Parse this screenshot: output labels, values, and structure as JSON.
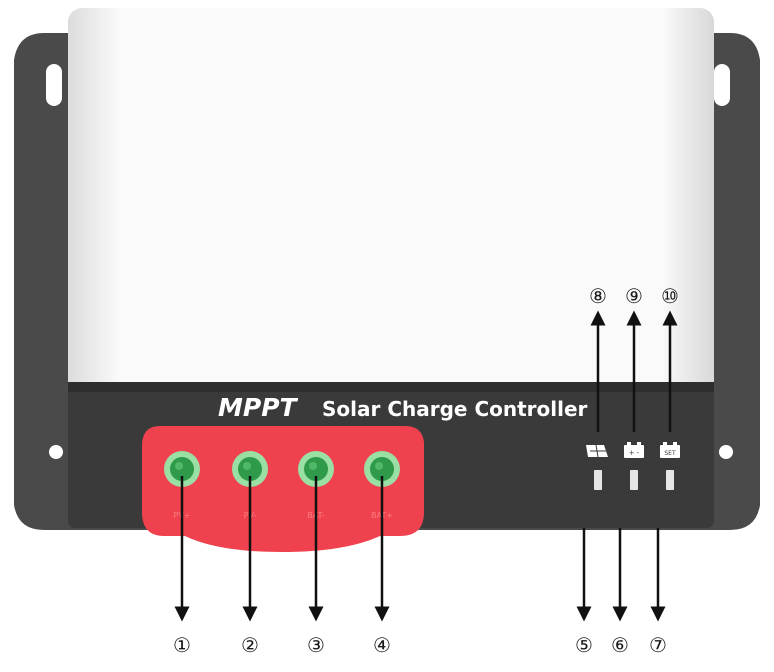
{
  "device": {
    "brand": "MPPT",
    "title": "Solar Charge Controller"
  },
  "terminals": [
    {
      "number": "①",
      "label": "PV+"
    },
    {
      "number": "②",
      "label": "PV-"
    },
    {
      "number": "③",
      "label": "BAT-"
    },
    {
      "number": "④",
      "label": "BAT+"
    }
  ],
  "indicators": [
    {
      "number": "⑧",
      "led_number": "⑤",
      "icon": "solar-panel-icon",
      "icon_text": ""
    },
    {
      "number": "⑨",
      "led_number": "⑥",
      "icon": "battery-icon",
      "icon_text": "+ -"
    },
    {
      "number": "⑩",
      "led_number": "⑦",
      "icon": "battery-set-icon",
      "icon_text": "SET"
    }
  ],
  "colors": {
    "bracket": "#4a4a4a",
    "panel": "#3a3a3a",
    "terminal_block": "#f0424e",
    "terminal_ring": "#9adfa4",
    "terminal_core": "#2f9a4a"
  }
}
